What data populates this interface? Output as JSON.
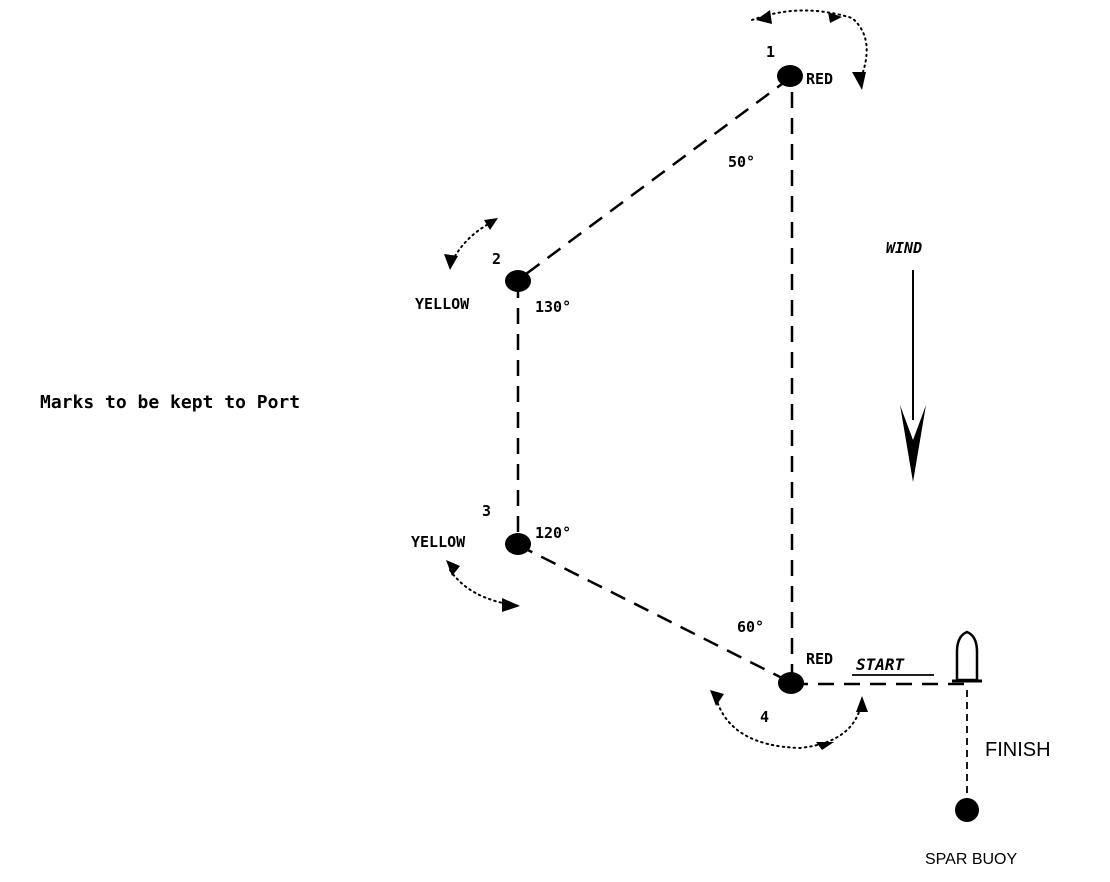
{
  "note": "Marks to be kept to Port",
  "wind_label": "WIND",
  "marks": [
    {
      "number": "1",
      "color": "RED",
      "angle": "50°"
    },
    {
      "number": "2",
      "color": "YELLOW",
      "angle": "130°"
    },
    {
      "number": "3",
      "color": "YELLOW",
      "angle": "120°"
    },
    {
      "number": "4",
      "color": "RED",
      "angle": "60°"
    }
  ],
  "start_label": "START",
  "finish_label": "FINISH",
  "spar_buoy_label": "SPAR BUOY"
}
